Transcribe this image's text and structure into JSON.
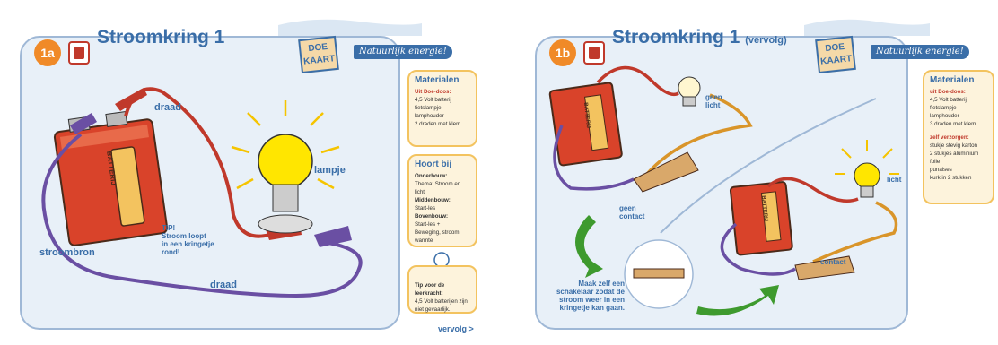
{
  "left": {
    "number": "1a",
    "title": "Stroomkring 1",
    "doe_kaart": [
      "DOE",
      "KAART"
    ],
    "tagline": "Natuurlijk energie!",
    "labels": {
      "draad_top": "draad",
      "lampje": "lampje",
      "stroombron": "stroombron",
      "draad_bottom": "draad",
      "battery": "BATTERIJ"
    },
    "tip": [
      "TIP!",
      "Stroom loopt",
      "in een kringetje",
      "rond!"
    ],
    "materialen": {
      "heading": "Materialen",
      "subheading": "Uit Doe-doos:",
      "items": [
        "4,5 Volt batterij",
        "fietslampje",
        "lamphouder",
        "2 draden met klem"
      ]
    },
    "hoort_bij": {
      "heading": "Hoort bij",
      "lines": [
        {
          "text": "Onderbouw:",
          "bold": true
        },
        {
          "text": "Thema: Stroom en licht",
          "bold": false
        },
        {
          "text": "Middenbouw:",
          "bold": true
        },
        {
          "text": "Start-les",
          "bold": false
        },
        {
          "text": "Bovenbouw:",
          "bold": true
        },
        {
          "text": "Start-les +",
          "bold": false
        },
        {
          "text": "Beweging, stroom, warmte",
          "bold": false
        }
      ]
    },
    "leerkracht_tip": {
      "heading": "Tip voor de leerkracht:",
      "lines": [
        "4,5 Volt batterijen zijn",
        "niet gevaarlijk."
      ]
    },
    "vervolg": "vervolg >"
  },
  "right": {
    "number": "1b",
    "title": "Stroomkring 1",
    "title_suffix": "(vervolg)",
    "doe_kaart": [
      "DOE",
      "KAART"
    ],
    "tagline": "Natuurlijk energie!",
    "labels": {
      "geen_licht": [
        "geen",
        "licht"
      ],
      "geen_contact": [
        "geen",
        "contact"
      ],
      "licht": "licht",
      "contact": "contact",
      "battery": "BATTERIJ"
    },
    "schakelaar": [
      "Maak zelf een",
      "schakelaar zodat de",
      "stroom weer in een",
      "kringetje kan gaan."
    ],
    "materialen": {
      "heading": "Materialen",
      "subheading": "uit Doe-doos:",
      "items": [
        "4,5 Volt batterij",
        "fietslampje",
        "lamphouder",
        "3 draden met klem"
      ],
      "subheading2": "zelf verzorgen:",
      "items2": [
        "stukje stevig karton",
        "2 stukjes aluminium",
        "folie",
        "punaises",
        "kurk in 2 stukken"
      ]
    }
  },
  "colors": {
    "panel_bg": "#e8f0f8",
    "title_blue": "#3a6ea8",
    "orange": "#f08a28",
    "sidebox_border": "#f3c35f",
    "wire_red": "#c0392b",
    "wire_purple": "#6a4fa3"
  }
}
